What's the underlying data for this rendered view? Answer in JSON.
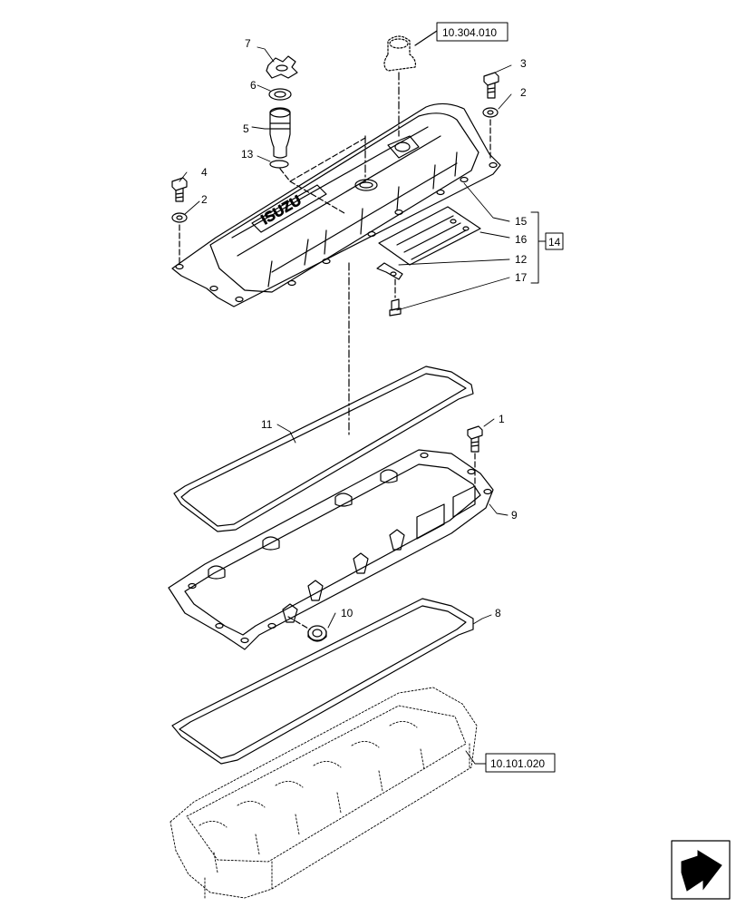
{
  "callouts": [
    {
      "id": "p7",
      "label": "7"
    },
    {
      "id": "p6",
      "label": "6"
    },
    {
      "id": "p5",
      "label": "5"
    },
    {
      "id": "p13",
      "label": "13"
    },
    {
      "id": "p4",
      "label": "4"
    },
    {
      "id": "p2a",
      "label": "2"
    },
    {
      "id": "p3",
      "label": "3"
    },
    {
      "id": "p2b",
      "label": "2"
    },
    {
      "id": "p15",
      "label": "15"
    },
    {
      "id": "p16",
      "label": "16"
    },
    {
      "id": "p12",
      "label": "12"
    },
    {
      "id": "p17",
      "label": "17"
    },
    {
      "id": "p1",
      "label": "1"
    },
    {
      "id": "p11",
      "label": "11"
    },
    {
      "id": "p9",
      "label": "9"
    },
    {
      "id": "p10",
      "label": "10"
    },
    {
      "id": "p8",
      "label": "8"
    }
  ],
  "references": {
    "top": "10.304.010",
    "kit": "14",
    "bottom": "10.101.020"
  },
  "logo_text": "ISUZU",
  "colors": {
    "line": "#000000",
    "background": "#ffffff"
  },
  "icons": {
    "nav": "next-page-arrow-icon"
  }
}
